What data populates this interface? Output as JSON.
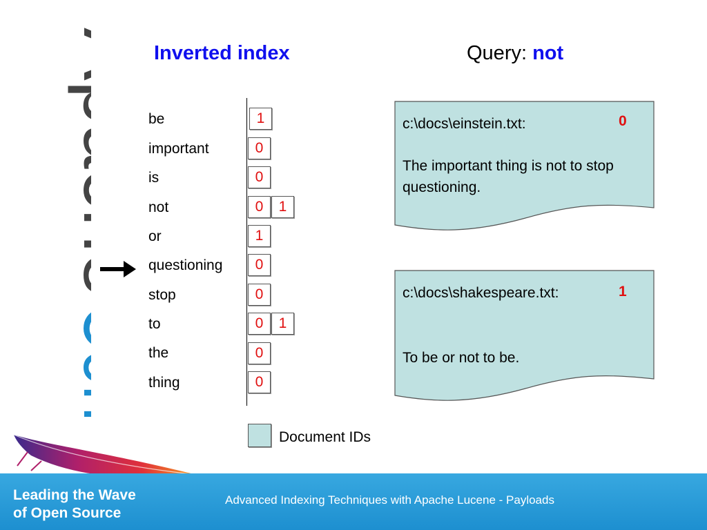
{
  "logo": {
    "word_apache": "Apache",
    "word_con": "Con",
    "apache_color": "#444444",
    "con_color": "#1d8fd0"
  },
  "slide": {
    "title": "Inverted index",
    "query_label": "Query:",
    "query_value": "not"
  },
  "index": {
    "terms": [
      {
        "term": "be",
        "postings": [
          "1"
        ]
      },
      {
        "term": "important",
        "postings": [
          "0"
        ]
      },
      {
        "term": "is",
        "postings": [
          "0"
        ]
      },
      {
        "term": "not",
        "postings": [
          "0",
          "1"
        ]
      },
      {
        "term": "or",
        "postings": [
          "1"
        ]
      },
      {
        "term": "questioning",
        "postings": [
          "0"
        ]
      },
      {
        "term": "stop",
        "postings": [
          "0"
        ]
      },
      {
        "term": "to",
        "postings": [
          "0",
          "1"
        ]
      },
      {
        "term": "the",
        "postings": [
          "0"
        ]
      },
      {
        "term": "thing",
        "postings": [
          "0"
        ]
      }
    ],
    "pointer_icon": "right-arrow-icon",
    "pointer_term": "questioning"
  },
  "documents": [
    {
      "path": "c:\\docs\\einstein.txt:",
      "id": "0",
      "text": "The important thing is not to stop questioning."
    },
    {
      "path": "c:\\docs\\shakespeare.txt:",
      "id": "1",
      "text": "To be or not to be."
    }
  ],
  "legend": {
    "label": "Document IDs"
  },
  "footer": {
    "tagline_line1": "Leading the Wave",
    "tagline_line2": "of Open Source",
    "subtitle": "Advanced Indexing Techniques with Apache Lucene - Payloads"
  },
  "colors": {
    "doc_fill": "#bfe1e1",
    "posting_text": "#e01010",
    "title": "#1010ee",
    "footer": "#1d8fd0"
  }
}
